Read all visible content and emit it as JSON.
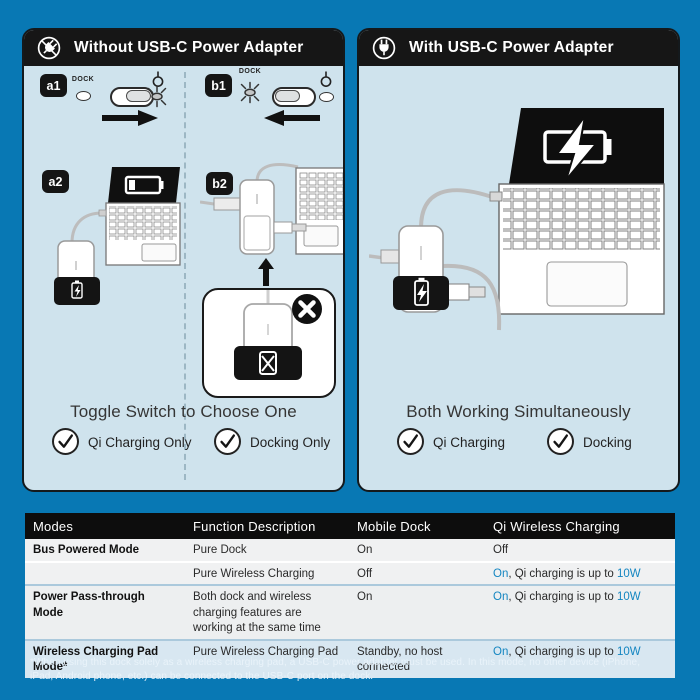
{
  "page": {
    "bg_color": "#0878b4",
    "panel_color": "#cfe3ed"
  },
  "panels": {
    "left": {
      "title": "Without USB-C Power Adapter",
      "icon": "no-power-adapter-icon",
      "steps": {
        "a1": "a1",
        "a2": "a2",
        "b1": "b1",
        "b2": "b2"
      },
      "dock_led_label_a": "DOCK",
      "dock_led_label_b": "DOCK",
      "caption": "Toggle Switch to Choose One",
      "checks": [
        "Qi Charging Only",
        "Docking Only"
      ]
    },
    "right": {
      "title": "With USB-C Power Adapter",
      "icon": "power-adapter-icon",
      "caption": "Both Working Simultaneously",
      "checks": [
        "Qi Charging",
        "Docking"
      ]
    }
  },
  "table": {
    "headers": [
      "Modes",
      "Function Description",
      "Mobile Dock",
      "Qi Wireless Charging"
    ],
    "highlight_color": "#1586c1",
    "rows": [
      {
        "mode": "Bus Powered Mode",
        "func": "Pure Dock",
        "dock": "On",
        "qi": "Off"
      },
      {
        "mode": "",
        "func": "Pure Wireless Charging",
        "dock": "Off",
        "qi_on": "On",
        "qi_mid": ", Qi charging is up to ",
        "qi_watt": "10W"
      },
      {
        "mode": "Power Pass-through Mode",
        "func": "Both dock and wireless charging features are working at the same time",
        "dock": "On",
        "qi_on": "On",
        "qi_mid": ", Qi charging is up to ",
        "qi_watt": "10W"
      },
      {
        "mode": "Wireless Charging Pad Mode*",
        "func": "Pure Wireless Charging Pad",
        "dock": "Standby, no host connected",
        "qi_on": "On",
        "qi_mid": ", Qi charging is up to ",
        "qi_watt": "10W"
      }
    ]
  },
  "footnote": "*When using this dock solely as a wireless charging pad, a USB-C power adapter must be used. In this mode, no other device (iPhone, iPad, Android phone, etc.) can be connected to the USB-C port on the dock."
}
